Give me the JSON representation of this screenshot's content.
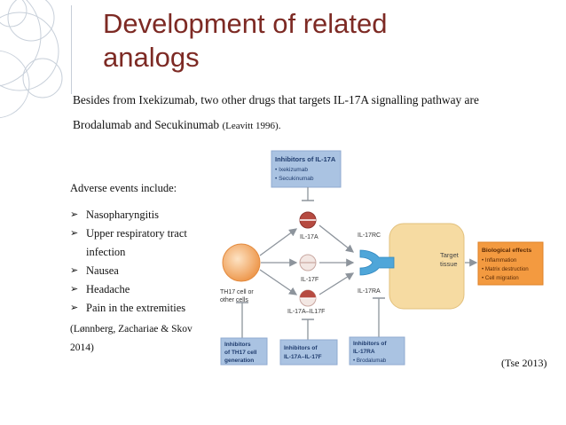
{
  "title": {
    "line1": "Development of related",
    "line2": "analogs"
  },
  "body": {
    "line1": "Besides from Ixekizumab, two other drugs that targets IL-17A signalling pathway are",
    "line2_main": "Brodalumab and Secukinumab ",
    "line2_ref": "(Leavitt 1996)."
  },
  "adverse": {
    "heading": "Adverse events include:",
    "items": [
      "Nasopharyngitis",
      "Upper respiratory tract",
      "infection",
      "Nausea",
      "Headache",
      "Pain in the extremities"
    ],
    "citation_line1": "(Lønnberg, Zachariae & Skov",
    "citation_line2": "2014)"
  },
  "figure": {
    "inhib_il17a_title": "Inhibitors of IL-17A",
    "inhib_il17a_item1": "• Ixekizumab",
    "inhib_il17a_item2": "• Secukinumab",
    "il17a": "IL-17A",
    "il17f": "IL-17F",
    "il17a_il17f": "IL-17A–IL17F",
    "il17rc": "IL-17RC",
    "il17ra": "IL-17RA",
    "cell_line1": "TH17 cell or",
    "cell_line2": "other cells",
    "target_line1": "Target",
    "target_line2": "tissue",
    "effects_title": "Biological effects",
    "effects_item1": "• Inflammation",
    "effects_item2": "• Matrix destruction",
    "effects_item3": "• Cell migration",
    "inhib_th17_line1": "Inhibitors",
    "inhib_th17_line2": "of TH17 cell",
    "inhib_th17_line3": "generation",
    "inhib_a_f_line1": "Inhibitors of",
    "inhib_a_f_line2": "IL-17A–IL-17F",
    "inhib_ra_line1": "Inhibitors of",
    "inhib_ra_line2": "IL-17RA",
    "inhib_ra_line3": "• Brodalumab"
  },
  "figure_citation": "(Tse 2013)",
  "colors": {
    "title": "#7d2a24",
    "box_blue": "#aac3e2",
    "box_blue_text": "#1e3b6d",
    "cell_orange": "#f0a35e",
    "target_tan": "#f6dba2",
    "effects_orange": "#f39a40",
    "receptor_blue": "#4fa6d9",
    "cytokine_red": "#b64a40",
    "arrow_gray": "#8d949c"
  }
}
